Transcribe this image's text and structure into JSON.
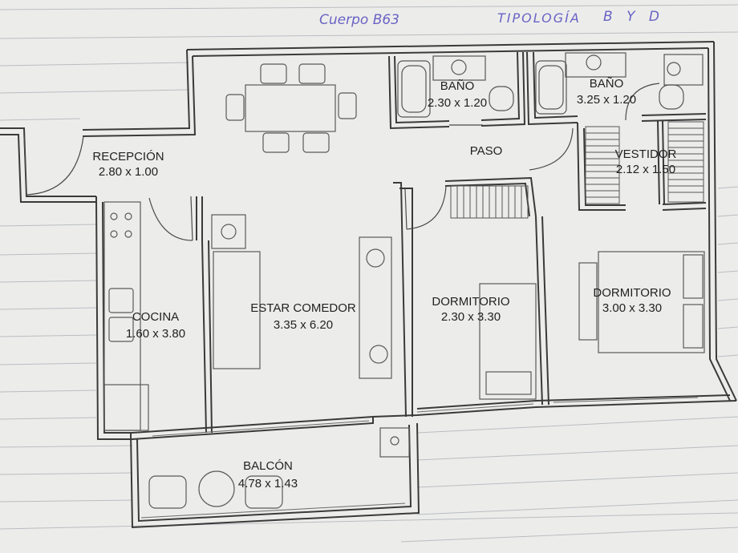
{
  "handwriting": {
    "left_note": "Cuerpo B63",
    "right_note": "TIPOLOGÍA",
    "type_code": "B Y D"
  },
  "rooms": [
    {
      "id": "recepcion",
      "name": "RECEPCIÓN",
      "size": "2.80 x 1.00"
    },
    {
      "id": "bano-1",
      "name": "BAÑO",
      "size": "2.30 x 1.20"
    },
    {
      "id": "bano-2",
      "name": "BAÑO",
      "size": "3.25 x 1.20"
    },
    {
      "id": "paso",
      "name": "PASO",
      "size": ""
    },
    {
      "id": "vestidor",
      "name": "VESTIDOR",
      "size": "2.12 x 1.50"
    },
    {
      "id": "cocina",
      "name": "COCINA",
      "size": "1.60 x 3.80"
    },
    {
      "id": "estar-comedor",
      "name": "ESTAR COMEDOR",
      "size": "3.35 x 6.20"
    },
    {
      "id": "dormitorio-1",
      "name": "DORMITORIO",
      "size": "2.30 x 3.30"
    },
    {
      "id": "dormitorio-2",
      "name": "DORMITORIO",
      "size": "3.00 x 3.30"
    },
    {
      "id": "balcon",
      "name": "BALCÓN",
      "size": "4.78 x 1.43"
    }
  ],
  "colors": {
    "paper": "#eeeeec",
    "wall": "#3a3a3a",
    "line": "#5a5a5a",
    "text": "#222222",
    "ink": "#6a63c4"
  }
}
